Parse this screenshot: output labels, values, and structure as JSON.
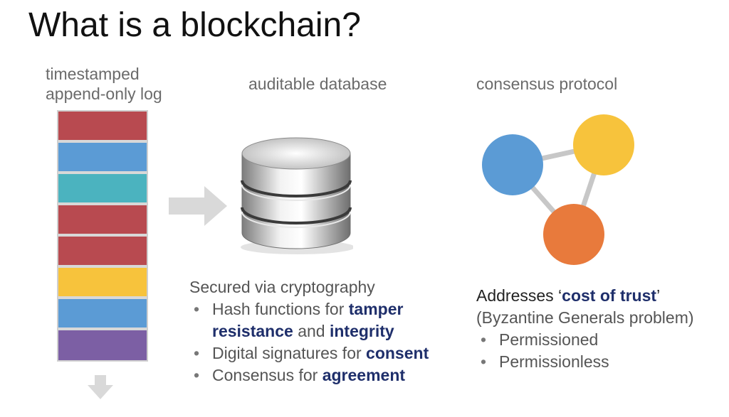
{
  "title": "What is a blockchain?",
  "columns": {
    "log": {
      "label_line1": "timestamped",
      "label_line2": "append-only log"
    },
    "database": {
      "label": "auditable database"
    },
    "consensus": {
      "label": "consensus protocol"
    }
  },
  "log_blocks": [
    {
      "color": "#b84a50"
    },
    {
      "color": "#5b9bd5"
    },
    {
      "color": "#4bb3bf"
    },
    {
      "color": "#b84a50"
    },
    {
      "color": "#b84a50"
    },
    {
      "color": "#f7c33c"
    },
    {
      "color": "#5b9bd5"
    },
    {
      "color": "#7c5fa4"
    }
  ],
  "network_nodes": [
    {
      "color": "#5b9bd5"
    },
    {
      "color": "#f7c33c"
    },
    {
      "color": "#e87a3c"
    }
  ],
  "crypto": {
    "heading": "Secured via cryptography",
    "b1_pre": "Hash functions for ",
    "b1_em1": "tamper",
    "b1_em2": "resistance",
    "b1_mid": " and ",
    "b1_em3": "integrity",
    "b2_pre": "Digital signatures for ",
    "b2_em": "consent",
    "b3_pre": "Consensus for ",
    "b3_em": "agreement"
  },
  "trust": {
    "pre": "Addresses ‘",
    "em": "cost of trust",
    "post": "’",
    "line2": "(Byzantine Generals problem)",
    "b1": "Permissioned",
    "b2": "Permissionless"
  }
}
